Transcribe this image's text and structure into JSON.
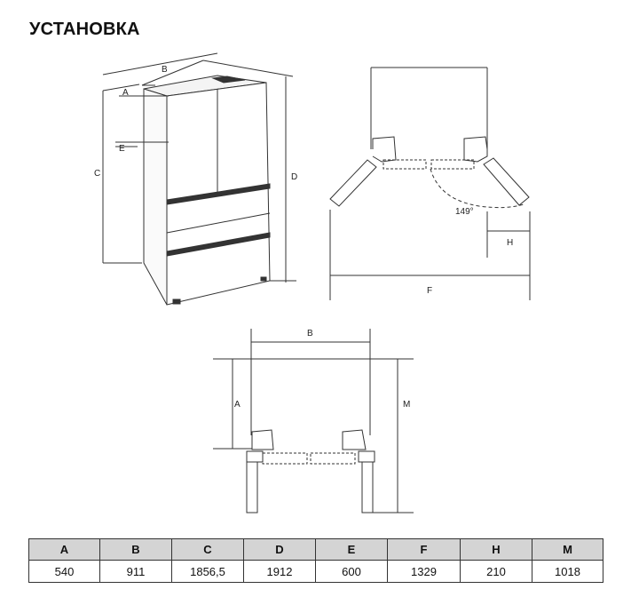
{
  "page": {
    "title": "УСТАНОВКА"
  },
  "labels": {
    "fridge": {
      "a": "A",
      "b": "B",
      "c": "C",
      "d": "D",
      "e": "E"
    },
    "top_open": {
      "angle": "149°",
      "h": "H",
      "f": "F"
    },
    "top_closed": {
      "b": "B",
      "a": "A",
      "m": "M"
    }
  },
  "table": {
    "headers": [
      "A",
      "B",
      "C",
      "D",
      "E",
      "F",
      "H",
      "M"
    ],
    "values": [
      "540",
      "911",
      "1856,5",
      "1912",
      "600",
      "1329",
      "210",
      "1018"
    ]
  }
}
